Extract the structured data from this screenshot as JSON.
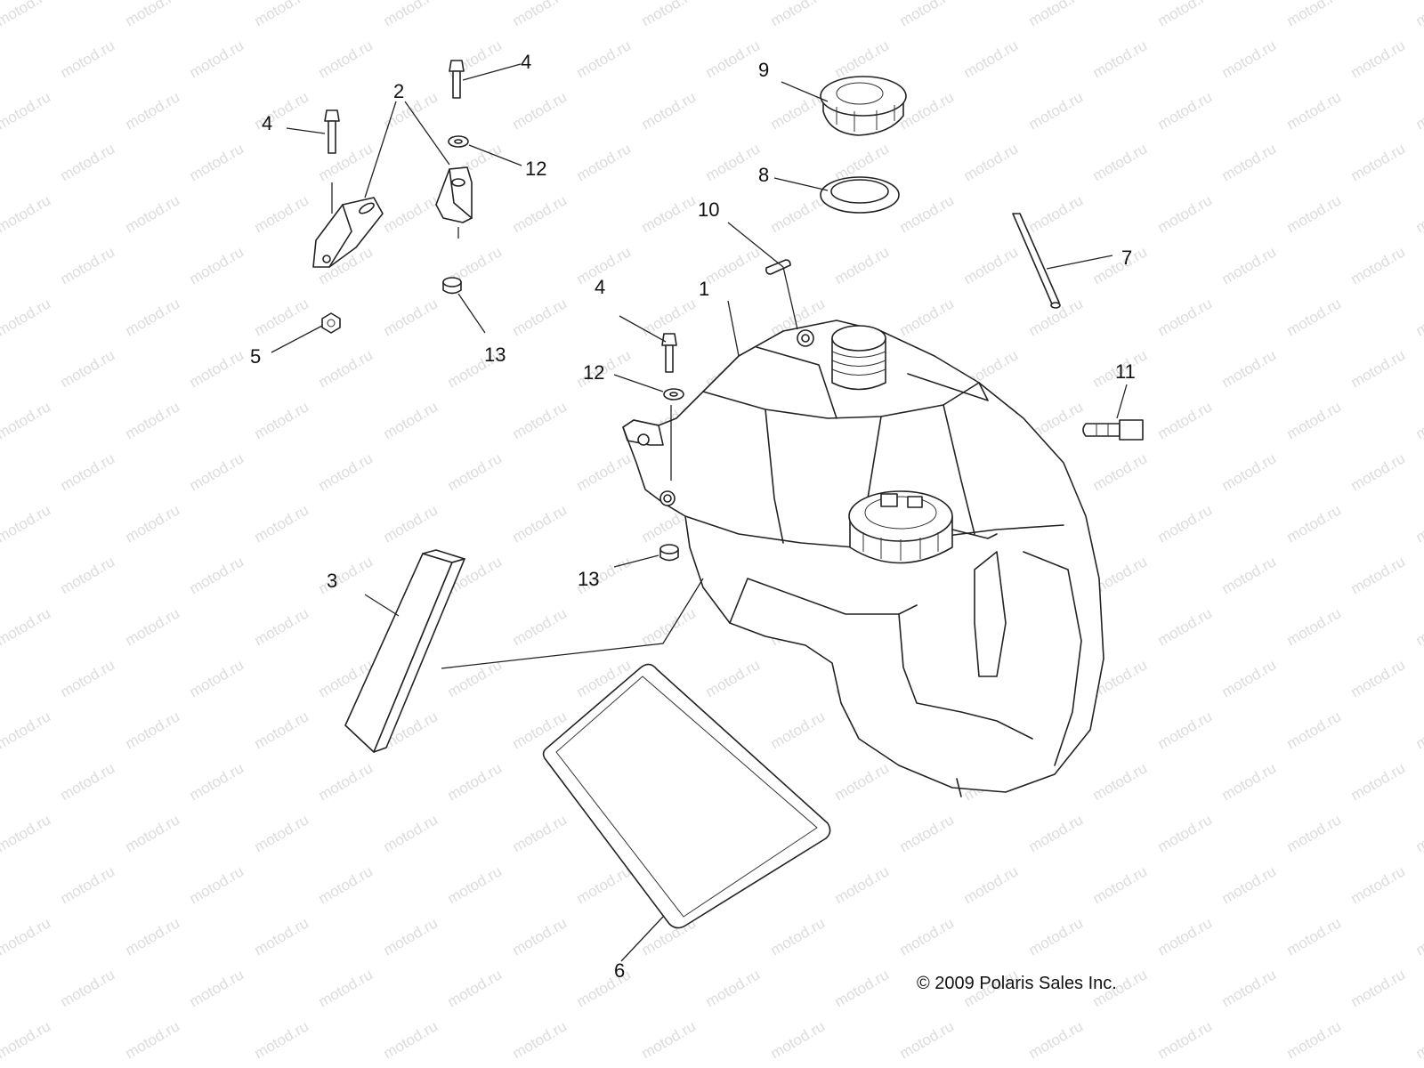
{
  "watermark": "motod.ru",
  "copyright": "© 2009 Polaris Sales Inc.",
  "callouts": [
    {
      "id": "c1",
      "label": "1"
    },
    {
      "id": "c2",
      "label": "2"
    },
    {
      "id": "c3",
      "label": "3"
    },
    {
      "id": "c4a",
      "label": "4"
    },
    {
      "id": "c4b",
      "label": "4"
    },
    {
      "id": "c4c",
      "label": "4"
    },
    {
      "id": "c5",
      "label": "5"
    },
    {
      "id": "c6",
      "label": "6"
    },
    {
      "id": "c7",
      "label": "7"
    },
    {
      "id": "c8",
      "label": "8"
    },
    {
      "id": "c9",
      "label": "9"
    },
    {
      "id": "c10",
      "label": "10"
    },
    {
      "id": "c11",
      "label": "11"
    },
    {
      "id": "c12a",
      "label": "12"
    },
    {
      "id": "c12b",
      "label": "12"
    },
    {
      "id": "c13a",
      "label": "13"
    },
    {
      "id": "c13b",
      "label": "13"
    }
  ]
}
